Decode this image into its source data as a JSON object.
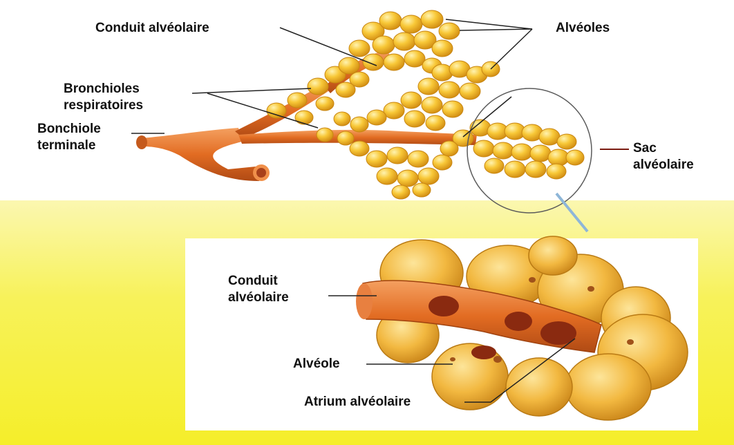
{
  "labels": {
    "conduit_top": "Conduit alvéolaire",
    "alveoles": "Alvéoles",
    "bronchioles_resp_line1": "Bronchioles",
    "bronchioles_resp_line2": "respiratoires",
    "bonchiole_term_line1": "Bonchiole",
    "bonchiole_term_line2": "terminale",
    "sac_line1": "Sac",
    "sac_line2": "alvéolaire",
    "conduit_bottom_line1": "Conduit",
    "conduit_bottom_line2": "alvéolaire",
    "alveole": "Alvéole",
    "atrium": "Atrium alvéolaire"
  },
  "colors": {
    "alveolus_fill": "#f6c232",
    "alveolus_highlight": "#fde690",
    "bronchiole": "#e8782a",
    "bronchiole_dark": "#b8501a",
    "leader_line": "#222222",
    "sac_leader": "#7a1a10",
    "zoom_line": "#8eb6d8",
    "background_yellow": "#f7f25a"
  }
}
